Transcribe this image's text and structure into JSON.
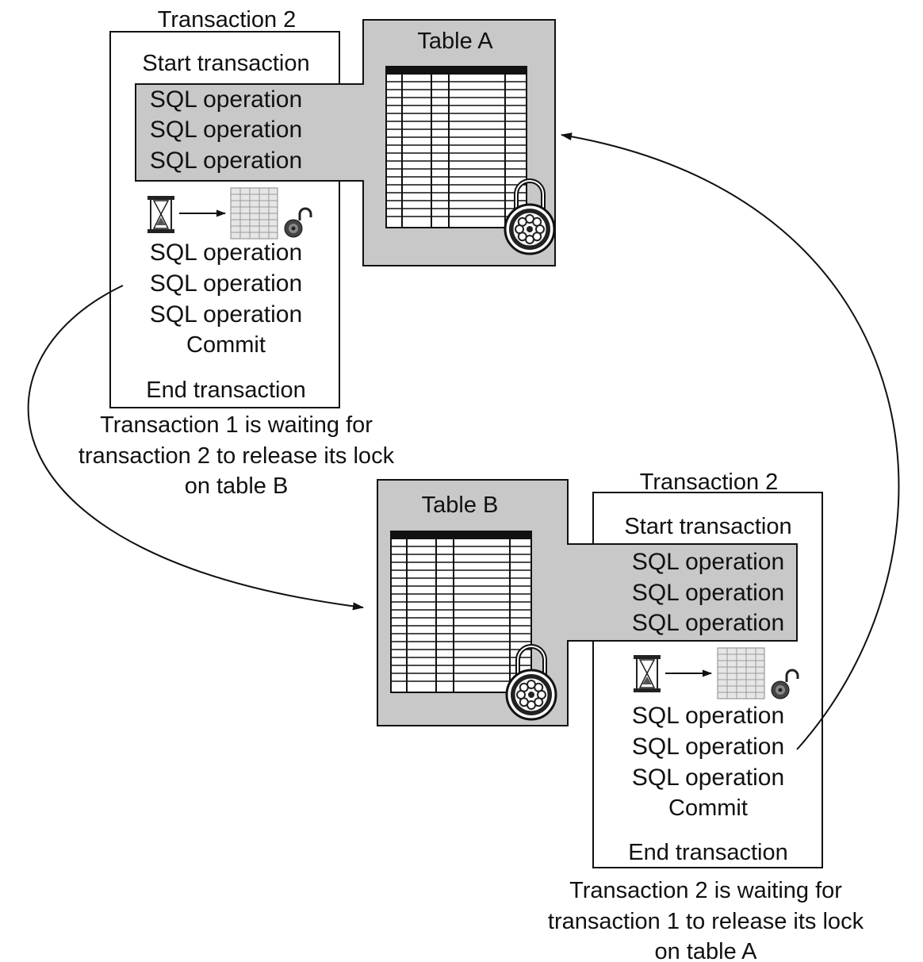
{
  "top": {
    "transaction": {
      "title": "Transaction 2",
      "start": "Start transaction",
      "locked_ops": [
        "SQL operation",
        "SQL operation",
        "SQL operation"
      ],
      "waiting_ops": [
        "SQL operation",
        "SQL operation",
        "SQL operation"
      ],
      "commit": "Commit",
      "end": "End transaction"
    },
    "table_title": "Table A",
    "caption": [
      "Transaction 1 is waiting for",
      "transaction 2 to release its lock",
      "on table B"
    ]
  },
  "bottom": {
    "transaction": {
      "title": "Transaction 2",
      "start": "Start transaction",
      "locked_ops": [
        "SQL operation",
        "SQL operation",
        "SQL operation"
      ],
      "waiting_ops": [
        "SQL operation",
        "SQL operation",
        "SQL operation"
      ],
      "commit": "Commit",
      "end": "End transaction"
    },
    "table_title": "Table B",
    "caption": [
      "Transaction 2 is waiting for",
      "transaction 1 to release its lock",
      "on table A"
    ]
  },
  "icons": {
    "waiting": "hourglass-icon",
    "pending_table": "table-icon",
    "unlocked": "open-padlock-icon",
    "locked": "combination-padlock-icon"
  },
  "colors": {
    "lock_region": "#c8c8c8",
    "line": "#111111",
    "background": "#ffffff"
  }
}
